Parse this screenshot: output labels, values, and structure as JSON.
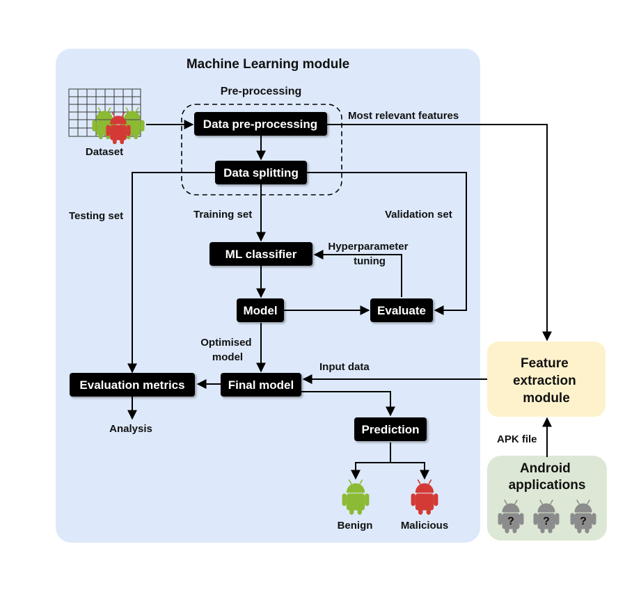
{
  "ml_module": {
    "title": "Machine Learning module",
    "color": "#dde9fa"
  },
  "preprocessing": {
    "title": "Pre-processing",
    "data_preprocessing": "Data pre-processing",
    "data_splitting": "Data splitting"
  },
  "dataset": {
    "label": "Dataset"
  },
  "edge_labels": {
    "most_relevant_features": "Most relevant features",
    "testing_set": "Testing set",
    "training_set": "Training set",
    "validation_set": "Validation set",
    "hyperparameter_line1": "Hyperparameter",
    "hyperparameter_line2": "tuning",
    "optimised_line1": "Optimised",
    "optimised_line2": "model",
    "input_data": "Input data",
    "apk_file": "APK file"
  },
  "nodes": {
    "ml_classifier": "ML classifier",
    "model": "Model",
    "evaluate": "Evaluate",
    "final_model": "Final model",
    "evaluation_metrics": "Evaluation metrics",
    "prediction": "Prediction"
  },
  "outputs": {
    "analysis": "Analysis",
    "benign": "Benign",
    "malicious": "Malicious"
  },
  "feature_extraction": {
    "line1": "Feature",
    "line2": "extraction",
    "line3": "module",
    "color": "#fef2cc"
  },
  "android_apps": {
    "line1": "Android",
    "line2": "applications",
    "color": "#dce8d5",
    "unknown_glyph": "?"
  },
  "colors": {
    "android_green": "#8cba34",
    "android_red": "#d43a35",
    "android_gray": "#8c8c8c",
    "node_fill": "#000000"
  }
}
